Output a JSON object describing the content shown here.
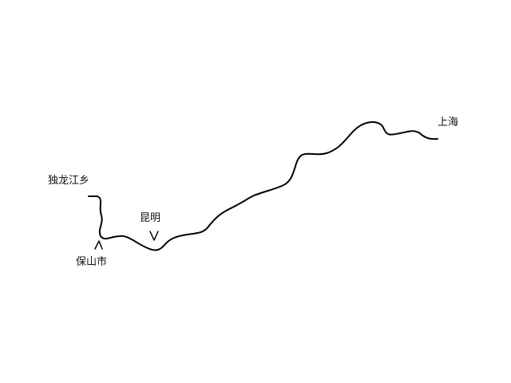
{
  "map": {
    "places": {
      "dulongjiang": "独龙江乡",
      "baoshan": "保山市",
      "kunming": "昆明",
      "shanghai": "上海"
    },
    "colors": {
      "route": "#000000",
      "background": "#ffffff",
      "text": "#111111"
    }
  }
}
